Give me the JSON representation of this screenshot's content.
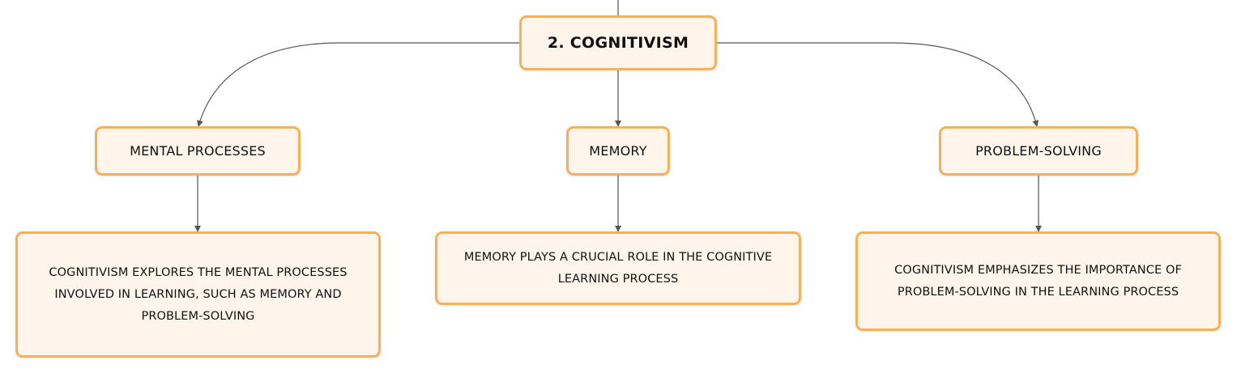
{
  "diagram": {
    "root": {
      "label": "2. COGNITIVISM"
    },
    "branches": [
      {
        "label": "MENTAL PROCESSES",
        "detail": "COGNITIVISM EXPLORES THE MENTAL PROCESSES INVOLVED IN LEARNING, SUCH AS MEMORY AND PROBLEM-SOLVING"
      },
      {
        "label": "MEMORY",
        "detail": "MEMORY PLAYS A CRUCIAL ROLE IN THE COGNITIVE LEARNING PROCESS"
      },
      {
        "label": "PROBLEM-SOLVING",
        "detail": "COGNITIVISM EMPHASIZES THE IMPORTANCE OF PROBLEM-SOLVING IN THE LEARNING PROCESS"
      }
    ]
  },
  "colors": {
    "node_fill": "#fff5ea",
    "node_border": "#f5b05a",
    "connector": "#555555",
    "text": "#111111"
  }
}
